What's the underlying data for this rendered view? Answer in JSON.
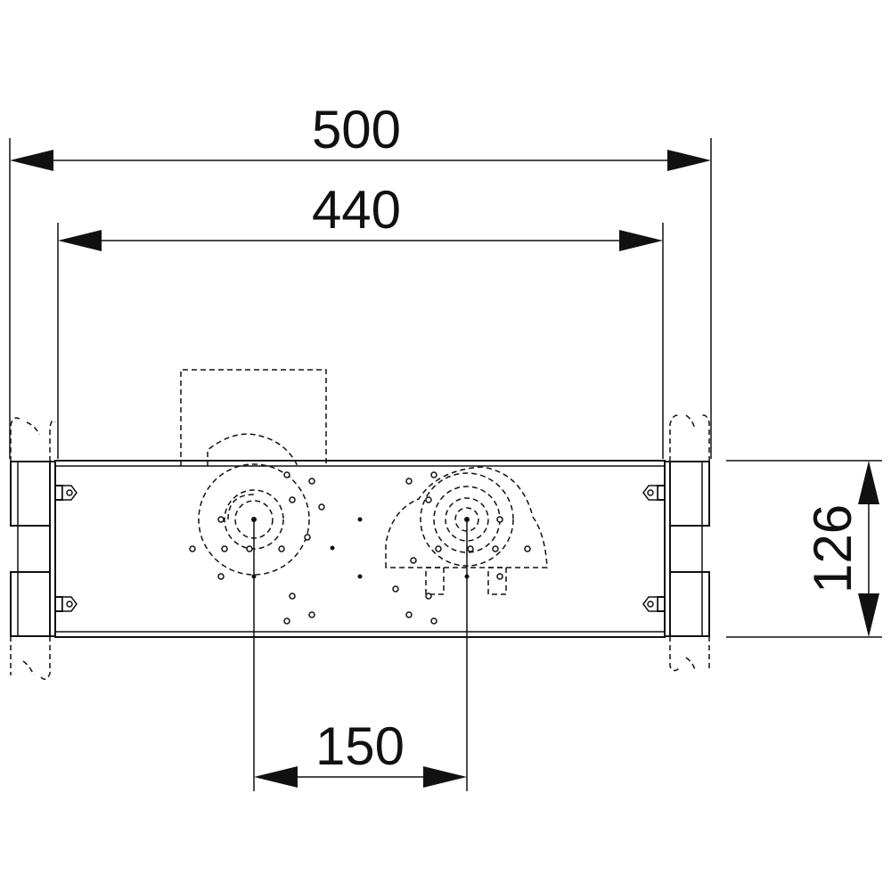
{
  "dimensions": {
    "overall_width": "500",
    "inner_width": "440",
    "height": "126",
    "center_distance": "150"
  },
  "colors": {
    "line": "#111111",
    "background": "#ffffff"
  }
}
